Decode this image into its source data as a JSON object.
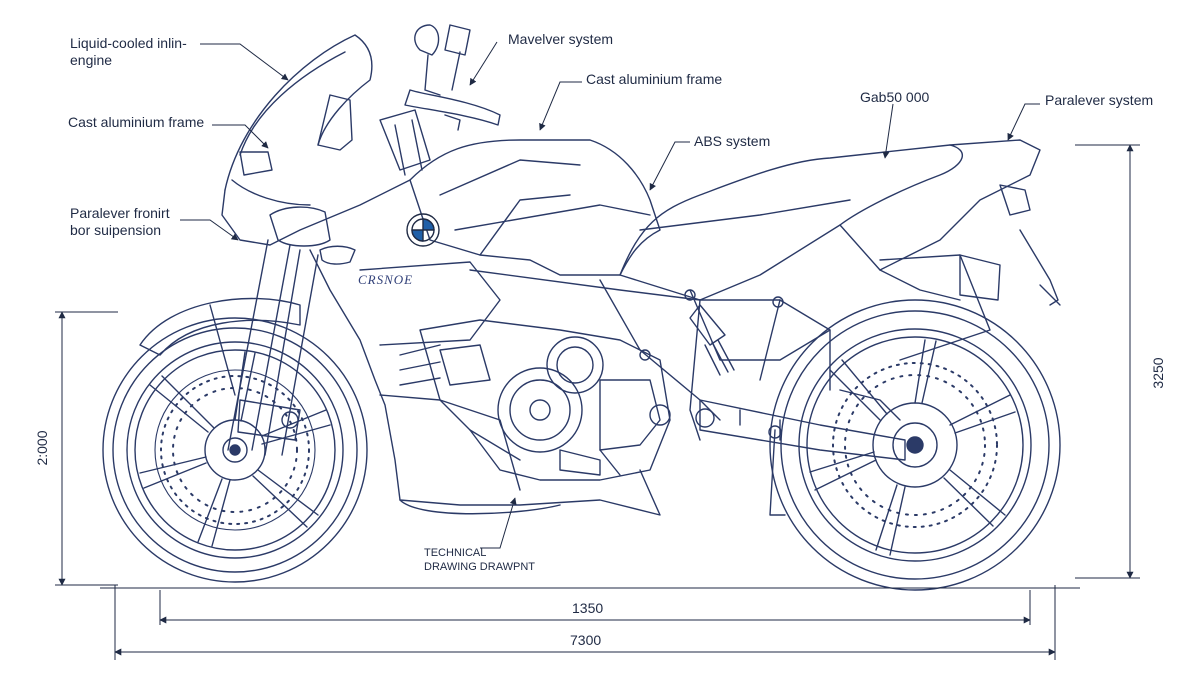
{
  "labels": {
    "liquid_cooled": [
      "Liquid-cooled inlin-",
      "engine"
    ],
    "mavelver": "Mavelver system",
    "cast_frame_top": "Cast aluminium frame",
    "cast_frame_left": "Cast aluminium frame",
    "abs": "ABS system",
    "gab": "Gab50 000",
    "paralever_rear": "Paralever system",
    "paralever_front": [
      "Paralever fronirt",
      "bor suipension"
    ],
    "technical": [
      "TECHNICAL",
      "DRAWING DRAWPNT"
    ]
  },
  "dimensions": {
    "height_front": "2:000",
    "height_rear": "3250",
    "wheelbase": "1350",
    "overall_length": "7300"
  },
  "brand_text": "CRSNOE",
  "colors": {
    "line": "#2b3a67",
    "accent_blue": "#1f5fa8",
    "text": "#1f2a44"
  }
}
